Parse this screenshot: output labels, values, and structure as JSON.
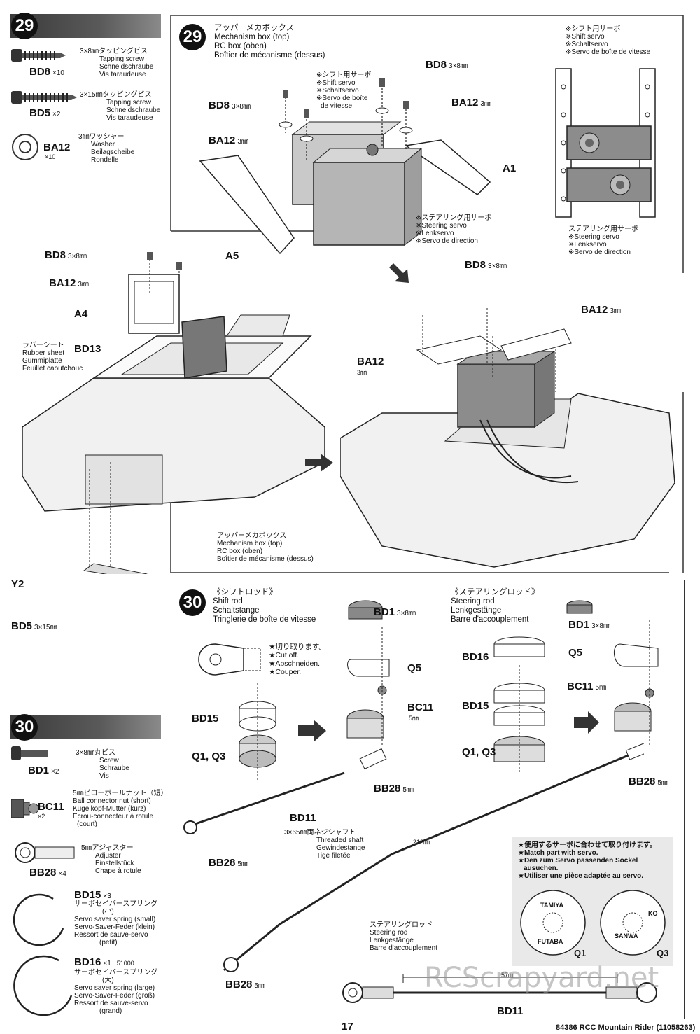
{
  "step29_parts": {
    "step": "29",
    "items": [
      {
        "code": "BD8",
        "qty": "×10",
        "spec": "3×8㎜タッピングビス",
        "en": "Tapping screw",
        "de": "Schneidschraube",
        "fr": "Vis taraudeuse"
      },
      {
        "code": "BD5",
        "qty": "×2",
        "spec": "3×15㎜タッピングビス",
        "en": "Tapping screw",
        "de": "Schneidschraube",
        "fr": "Vis taraudeuse"
      },
      {
        "code": "BA12",
        "qty": "×10",
        "spec": "3㎜ワッシャー",
        "en": "Washer",
        "de": "Beilagscheibe",
        "fr": "Rondelle"
      }
    ]
  },
  "step29": {
    "num": "29",
    "title_jp": "アッパーメカボックス",
    "title_en": "Mechanism box (top)",
    "title_de": "RC box (oben)",
    "title_fr": "Boîtier de mécanisme (dessus)",
    "shift_servo": [
      "※シフト用サーボ",
      "※Shift servo",
      "※Schaltservo",
      "※Servo de boîte",
      "de vitesse"
    ],
    "steering_servo": [
      "※ステアリング用サーボ",
      "※Steering servo",
      "※Lenkservo",
      "※Servo de direction"
    ],
    "side_shift": [
      "※シフト用サーボ",
      "※Shift servo",
      "※Schaltservo",
      "※Servo de boîte de vitesse"
    ],
    "side_steering": [
      "ステアリング用サーボ",
      "※Steering servo",
      "※Lenkservo",
      "※Servo de direction"
    ],
    "labels": {
      "bd8": "BD8",
      "bd8_size": "3×8㎜",
      "ba12": "BA12",
      "ba12_size": "3㎜",
      "a1": "A1",
      "a5": "A5",
      "a4": "A4",
      "bd13": "BD13",
      "y2": "Y2",
      "bd5": "BD5",
      "bd5_size": "3×15㎜"
    },
    "rubber_sheet": [
      "ラバーシート",
      "Rubber sheet",
      "Gummiplatte",
      "Feuillet caoutchouc"
    ],
    "mech_box": [
      "アッパーメカボックス",
      "Mechanism box (top)",
      "RC box (oben)",
      "Boîtier de mécanisme (dessus)"
    ]
  },
  "step30_parts": {
    "step": "30",
    "items": [
      {
        "code": "BD1",
        "qty": "×2",
        "spec": "3×8㎜丸ビス",
        "en": "Screw",
        "de": "Schraube",
        "fr": "Vis"
      },
      {
        "code": "BC11",
        "qty": "×2",
        "spec": "5㎜ピローボールナット（短）",
        "en": "Ball connector nut (short)",
        "de": "Kugelkopf-Mutter (kurz)",
        "fr": "Ecrou-connecteur à rotule",
        "fr2": "(court)"
      },
      {
        "code": "BB28",
        "qty": "×4",
        "spec": "5㎜アジャスター",
        "en": "Adjuster",
        "de": "Einstellstück",
        "fr": "Chape à rotule"
      },
      {
        "code": "BD15",
        "qty": "×3",
        "spec": "サーボセイバースプリング",
        "spec2": "(小)",
        "en": "Servo saver spring (small)",
        "de": "Servo-Saver-Feder (klein)",
        "fr": "Ressort de sauve-servo",
        "fr2": "(petit)"
      },
      {
        "code": "BD16",
        "qty": "×1",
        "extra": "51000",
        "spec": "サーボセイバースプリング",
        "spec2": "(大)",
        "en": "Servo saver spring (large)",
        "de": "Servo-Saver-Feder (groß)",
        "fr": "Ressort de sauve-servo",
        "fr2": "(grand)"
      }
    ]
  },
  "step30": {
    "num": "30",
    "shift_jp": "《シフトロッド》",
    "shift_en": "Shift rod",
    "shift_de": "Schaltstange",
    "shift_fr": "Tringlerie de boîte de vitesse",
    "steer_jp": "《ステアリングロッド》",
    "steer_en": "Steering rod",
    "steer_de": "Lenkgestänge",
    "steer_fr": "Barre d'accouplement",
    "cut_off": [
      "★切り取ります。",
      "★Cut off.",
      "★Abschneiden.",
      "★Couper."
    ],
    "labels": {
      "bd1": "BD1",
      "bd1_size": "3×8㎜",
      "q5": "Q5",
      "bc11": "BC11",
      "bc11_size": "5㎜",
      "bd15": "BD15",
      "bd16": "BD16",
      "q1q3": "Q1, Q3",
      "bb28": "BB28",
      "bb28_size": "5㎜",
      "bd11": "BD11",
      "len212": "212㎜",
      "len57": "57㎜"
    },
    "threaded": [
      "3×65㎜両ネジシャフト",
      "Threaded shaft",
      "Gewindestange",
      "Tige filetée"
    ],
    "steering_rod": [
      "ステアリングロッド",
      "Steering rod",
      "Lenkgestänge",
      "Barre d'accouplement"
    ],
    "servo_note": [
      "★使用するサーボに合わせて取り付けます。",
      "★Match part with servo.",
      "★Den zum Servo passenden Sockel",
      "ausuchen.",
      "★Utiliser une pièce adaptée au servo."
    ],
    "horn_q1": {
      "label": "Q1",
      "top": "TAMIYA",
      "bottom": "FUTABA"
    },
    "horn_q3": {
      "label": "Q3",
      "top": "KO",
      "bottom": "SANWA"
    }
  },
  "footer": {
    "page": "17",
    "model": "84386 RCC Mountain Rider (11058263)",
    "watermark": "RCScrapyard.net"
  }
}
